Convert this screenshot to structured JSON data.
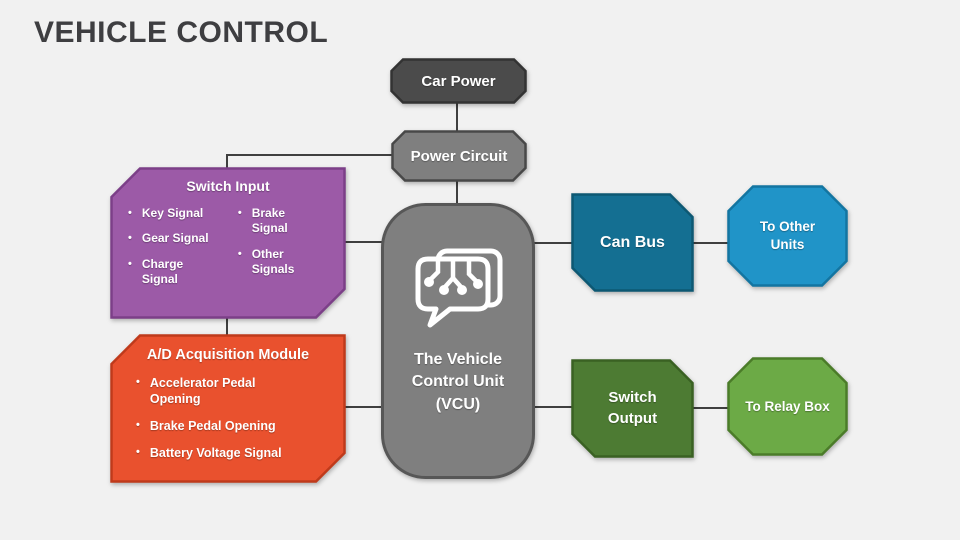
{
  "slide": {
    "title": "VEHICLE CONTROL",
    "background": "#f1f1f1",
    "title_color": "#3e3e41",
    "connector_color": "#3f3f3f"
  },
  "diagram": {
    "car_power": {
      "label": "Car Power",
      "fill": "#4b4b4b",
      "border": "#333333"
    },
    "power_circuit": {
      "label": "Power Circuit",
      "fill": "#7f7f7f",
      "border": "#484848"
    },
    "switch_input": {
      "title": "Switch Input",
      "fill": "#9c5aa7",
      "border": "#7c3f88",
      "bullets_left": [
        "Key Signal",
        "Gear Signal",
        "Charge Signal"
      ],
      "bullets_right": [
        "Brake Signal",
        "Other Signals"
      ]
    },
    "ad_module": {
      "title": "A/D Acquisition Module",
      "fill": "#e9512e",
      "border": "#bf3a1b",
      "bullets": [
        "Accelerator Pedal Opening",
        "Brake Pedal Opening",
        "Battery Voltage Signal"
      ]
    },
    "vcu": {
      "label": "The Vehicle Control Unit (VCU)",
      "fill": "#7f7f7f",
      "border": "#575757",
      "icon": "circuit-chat-bubble-icon"
    },
    "can_bus": {
      "label": "Can Bus",
      "fill": "#146f92",
      "border": "#0d5873"
    },
    "to_other_units": {
      "label": "To Other Units",
      "fill": "#2094c8",
      "border": "#1375a1"
    },
    "switch_output": {
      "label": "Switch Output",
      "fill": "#4d7b33",
      "border": "#3a6123"
    },
    "to_relay_box": {
      "label": "To Relay Box",
      "fill": "#6caa46",
      "border": "#4b7c29"
    },
    "connections": [
      [
        "car_power",
        "power_circuit"
      ],
      [
        "power_circuit",
        "vcu"
      ],
      [
        "power_circuit",
        "switch_input"
      ],
      [
        "switch_input",
        "ad_module"
      ],
      [
        "switch_input",
        "vcu"
      ],
      [
        "ad_module",
        "vcu"
      ],
      [
        "vcu",
        "can_bus"
      ],
      [
        "can_bus",
        "to_other_units"
      ],
      [
        "vcu",
        "switch_output"
      ],
      [
        "switch_output",
        "to_relay_box"
      ]
    ]
  }
}
